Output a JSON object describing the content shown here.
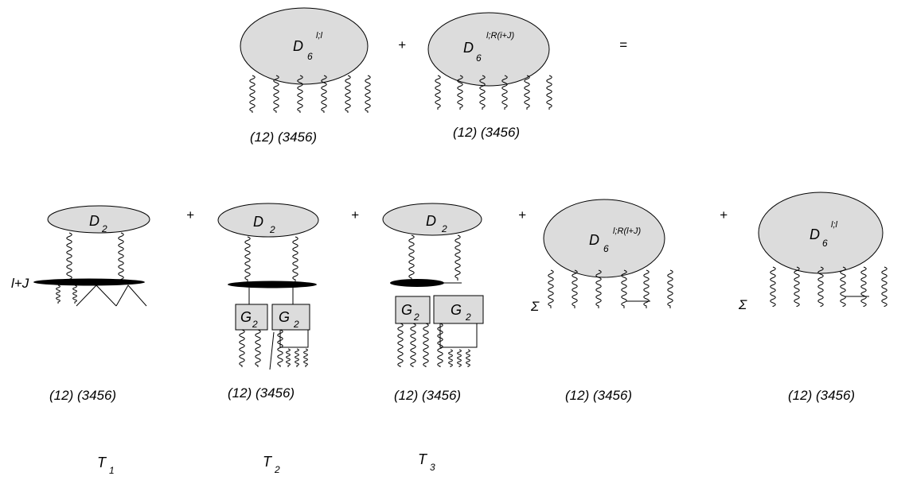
{
  "operators": {
    "plus": "+",
    "equals": "=",
    "sum": "Σ"
  },
  "labels": {
    "D": "D",
    "six": "6",
    "two": "2",
    "G": "G",
    "T": "T",
    "sup_ll": "l;l",
    "sup_lr_ij": "l;R(i+J)",
    "sup_lr_IJ": "l;R(l+J)",
    "t1_index": "1",
    "t2_index": "2",
    "t3_index": "3",
    "side_label": "l+J",
    "partition": "(12) (3456)"
  }
}
